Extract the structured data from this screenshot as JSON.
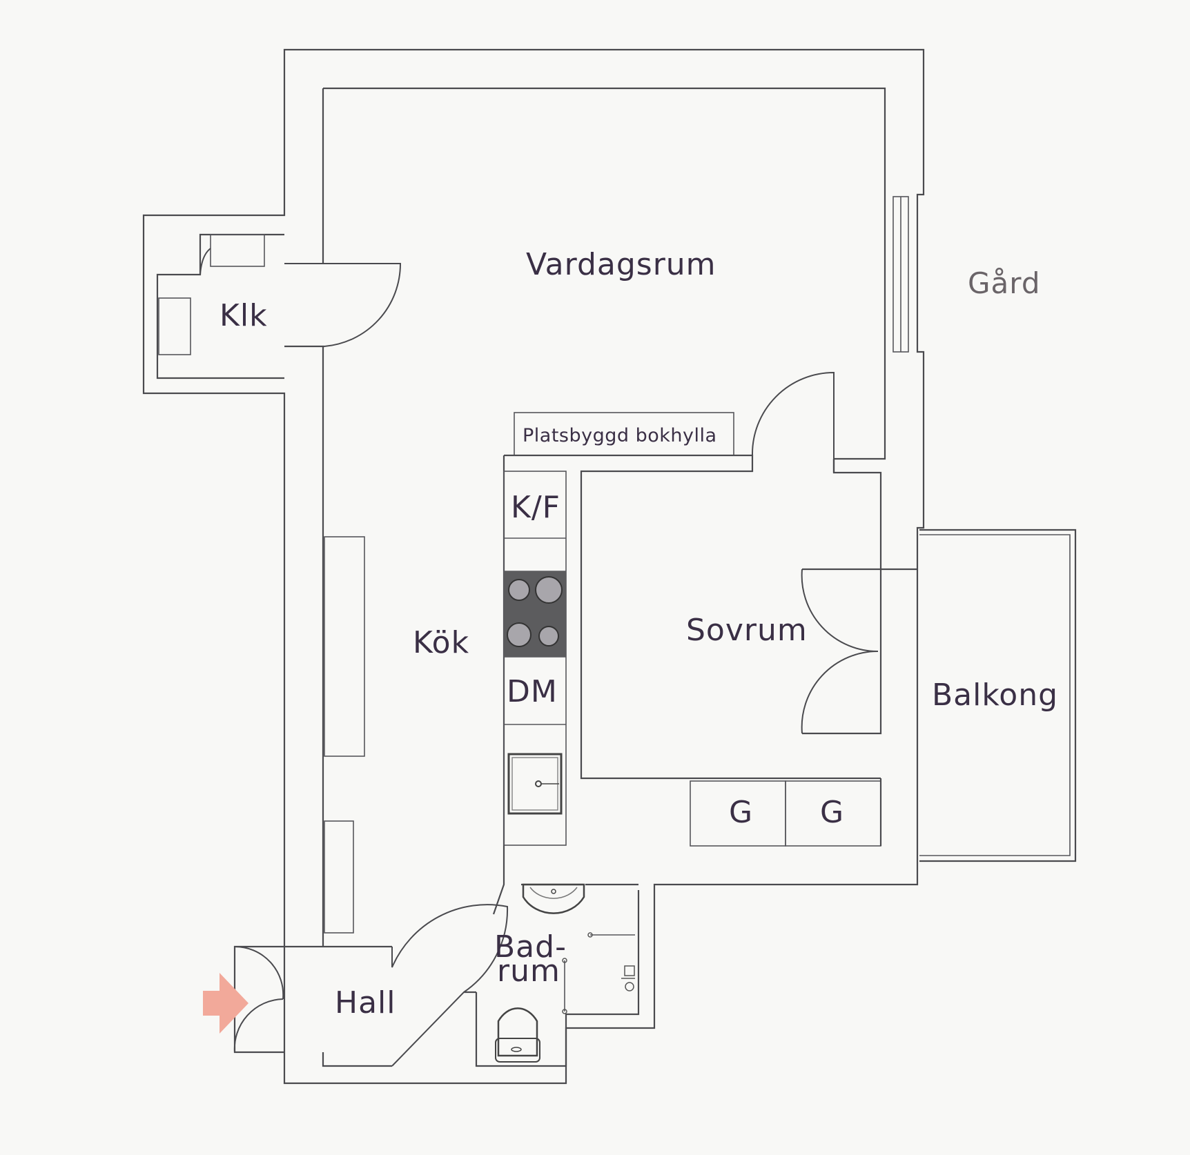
{
  "rooms": {
    "vardagsrum": "Vardagsrum",
    "gard": "Gård",
    "klk": "Klk",
    "kok": "Kök",
    "sovrum": "Sovrum",
    "balkong": "Balkong",
    "hall": "Hall",
    "badrum_line1": "Bad-",
    "badrum_line2": "rum"
  },
  "fixtures": {
    "bokhylla": "Platsbyggd bokhylla",
    "kf": "K/F",
    "dm": "DM",
    "garderob_1": "G",
    "garderob_2": "G"
  },
  "colors": {
    "wall": "#4a4a4e",
    "label": "#3a2f45",
    "entrance_arrow": "#f2a99a",
    "stove": "#5c5c5e"
  },
  "icons": {
    "entrance": "entrance-arrow-icon",
    "stove": "stove-icon",
    "sink": "kitchen-sink-icon",
    "washbasin": "washbasin-icon",
    "toilet": "toilet-icon"
  }
}
